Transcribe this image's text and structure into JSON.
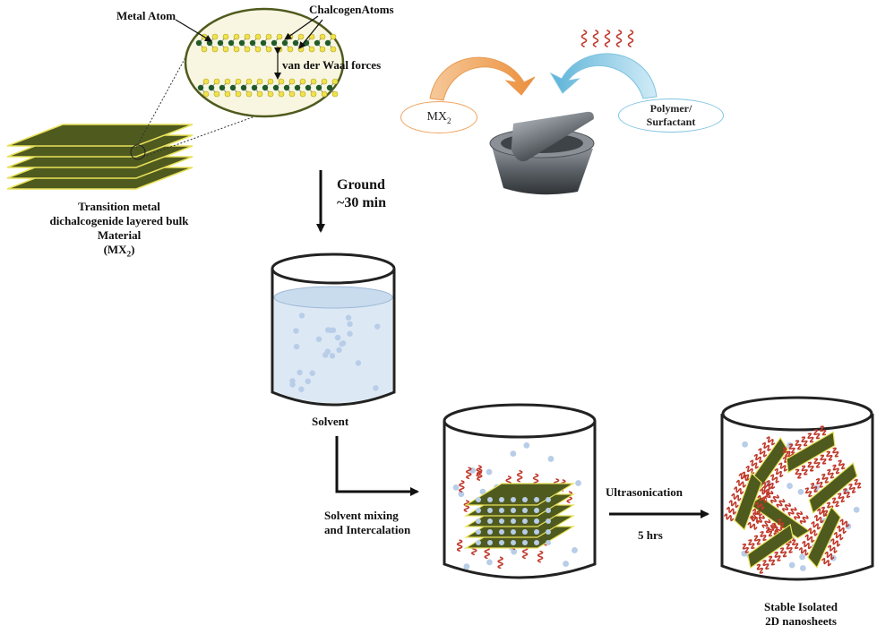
{
  "labels": {
    "metal_atom": "Metal Atom",
    "chalcogen_atoms": "ChalcogenAtoms",
    "van_der_waal": "van der Waal forces",
    "bulk_line1": "Transition metal",
    "bulk_line2": "dichalcogenide layered bulk",
    "bulk_line3": "Material",
    "bulk_formula_base": "(MX",
    "bulk_formula_sub": "2",
    "bulk_formula_close": ")",
    "ground_line1": "Ground",
    "ground_line2": "~30 min",
    "mx2_base": "MX",
    "mx2_sub": "2",
    "polymer_line1": "Polymer/",
    "polymer_line2": "Surfactant",
    "solvent": "Solvent",
    "mixing_line1": "Solvent mixing",
    "mixing_line2": "and Intercalation",
    "ultrasonication": "Ultrasonication",
    "duration": "5 hrs",
    "final_line1": "Stable Isolated",
    "final_line2": "2D nanosheets"
  },
  "colors": {
    "sheet_green": "#4f5a1e",
    "sheet_edge": "#e8e15a",
    "metal_atom": "#1f5a2a",
    "chalcogen_atom": "#f0e24a",
    "liquid": "#dce8f4",
    "dot": "#b8cde8",
    "polymer": "#c0392b",
    "mx2_arrow": "#f0a35c",
    "polymer_arrow": "#7ec3e0",
    "mortar": "#6f7478"
  },
  "icons": [
    "mortar-and-pestle-icon",
    "polymer-chain-icon",
    "beaker-icon",
    "curved-arrow-icon"
  ]
}
